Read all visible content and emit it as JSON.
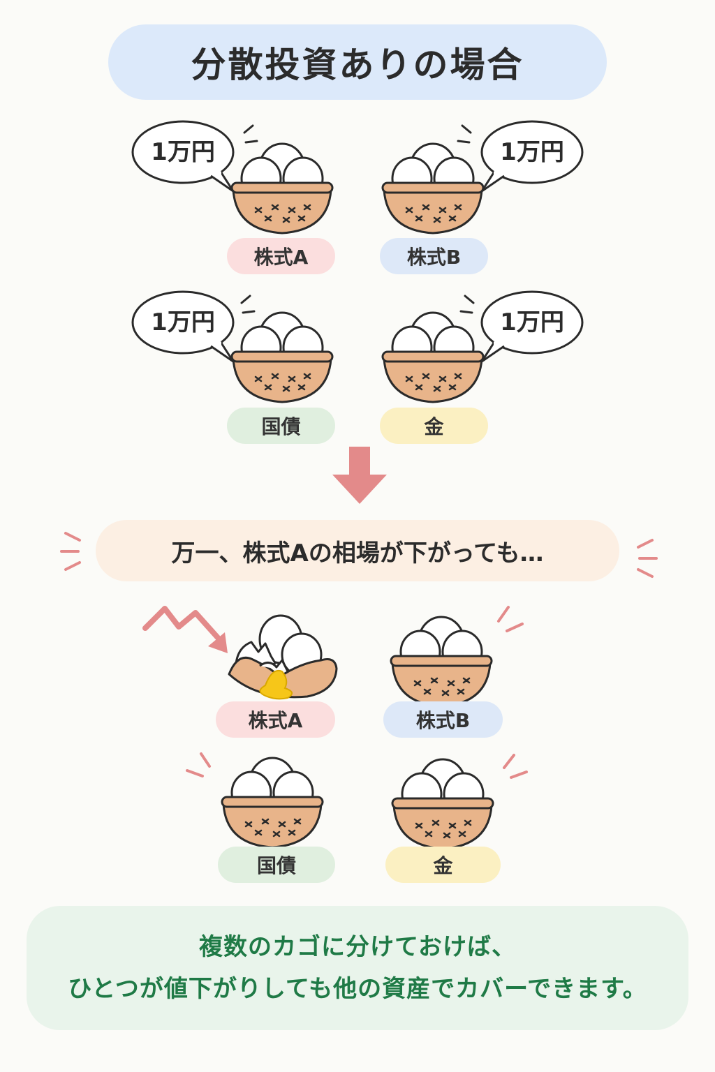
{
  "title": "分散投資ありの場合",
  "top_section": {
    "bubbles": [
      "1万円",
      "1万円",
      "1万円",
      "1万円"
    ],
    "labels": [
      "株式A",
      "株式B",
      "国債",
      "金"
    ]
  },
  "condition_text": "万一、株式Aの相場が下がっても…",
  "bottom_section": {
    "labels": [
      "株式A",
      "株式B",
      "国債",
      "金"
    ]
  },
  "summary": {
    "line1": "複数のカゴに分けておけば、",
    "line2": "ひとつが値下がりしても他の資産でカバーできます。"
  },
  "colors": {
    "title_bg": "#dce9fa",
    "label_stock_a": "#fbdede",
    "label_stock_b": "#dde8f8",
    "label_bond": "#e0efdf",
    "label_gold": "#fbf0c2",
    "arrow": "#e38a8a",
    "summary_text": "#1f7a46",
    "basket": "#e8b48a",
    "yolk": "#f6c619"
  }
}
